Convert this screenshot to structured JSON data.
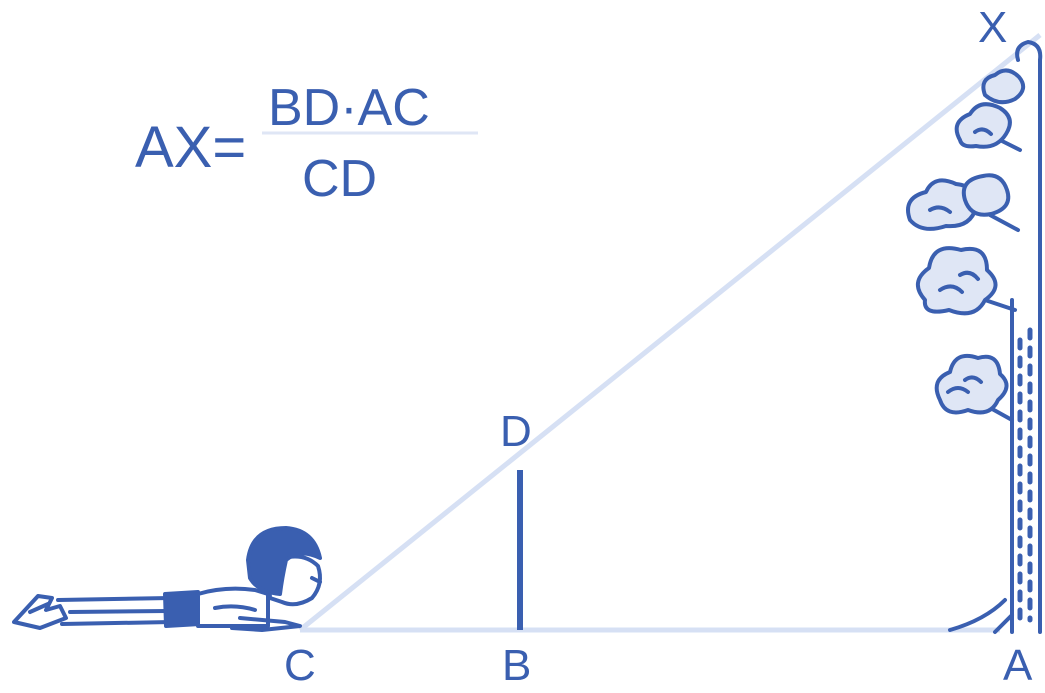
{
  "formula": {
    "lhs": "AX=",
    "numerator": "BD·AC",
    "denominator": "CD"
  },
  "points": {
    "X": "X",
    "D": "D",
    "C": "C",
    "B": "B",
    "A": "A"
  },
  "colors": {
    "ink": "#3a5fb0",
    "line": "#d6e0f4",
    "stick": "#3a5fb0"
  },
  "icons": {
    "person": "lying-boy-figure",
    "tree": "tree-icon"
  }
}
